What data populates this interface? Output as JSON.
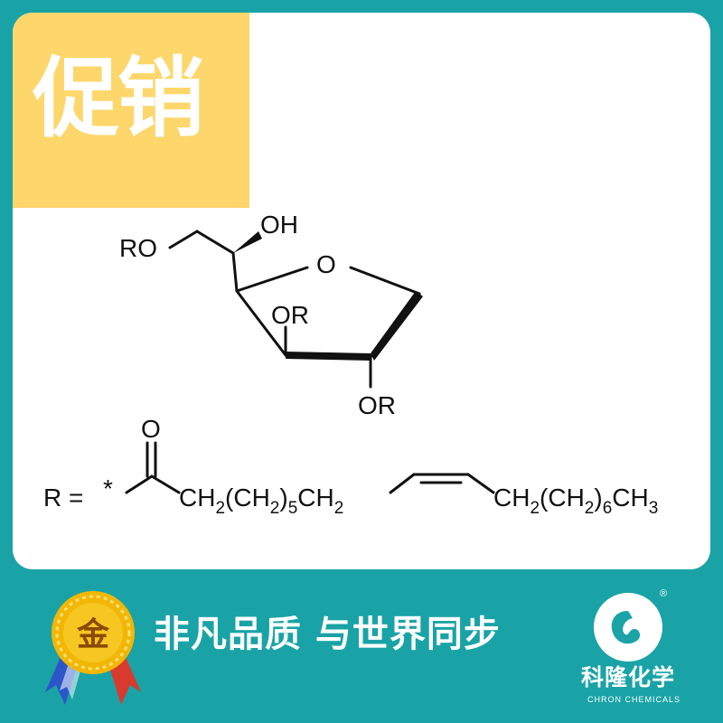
{
  "promo": {
    "label": "促销",
    "background": "#fdd76c"
  },
  "structure": {
    "ro_top_left": "RO",
    "oh_top": "OH",
    "ring_o": "O",
    "or_middle": "OR",
    "or_bottom": "OR",
    "carbonyl_o": "O",
    "r_equals": "R =",
    "star": "*",
    "chain_left": {
      "ch": "CH",
      "s1": "2",
      "paren_ch": "(CH",
      "s2": "2",
      "paren_close": ")",
      "s3": "5",
      "ch2": "CH",
      "s4": "2"
    },
    "chain_right": {
      "ch": "CH",
      "s1": "2",
      "paren_ch": "(CH",
      "s2": "2",
      "paren_close": ")",
      "s3": "6",
      "ch3": "CH",
      "s4": "3"
    }
  },
  "footer": {
    "background": "#1aa3a6",
    "medal_char": "金",
    "slogan": "非凡品质 与世界同步",
    "brand_cn": "科隆化学",
    "brand_en": "CHRON CHEMICALS",
    "registered": "®"
  },
  "icons": {
    "medal": "gold-medal-icon",
    "logo": "chron-logo-icon"
  }
}
